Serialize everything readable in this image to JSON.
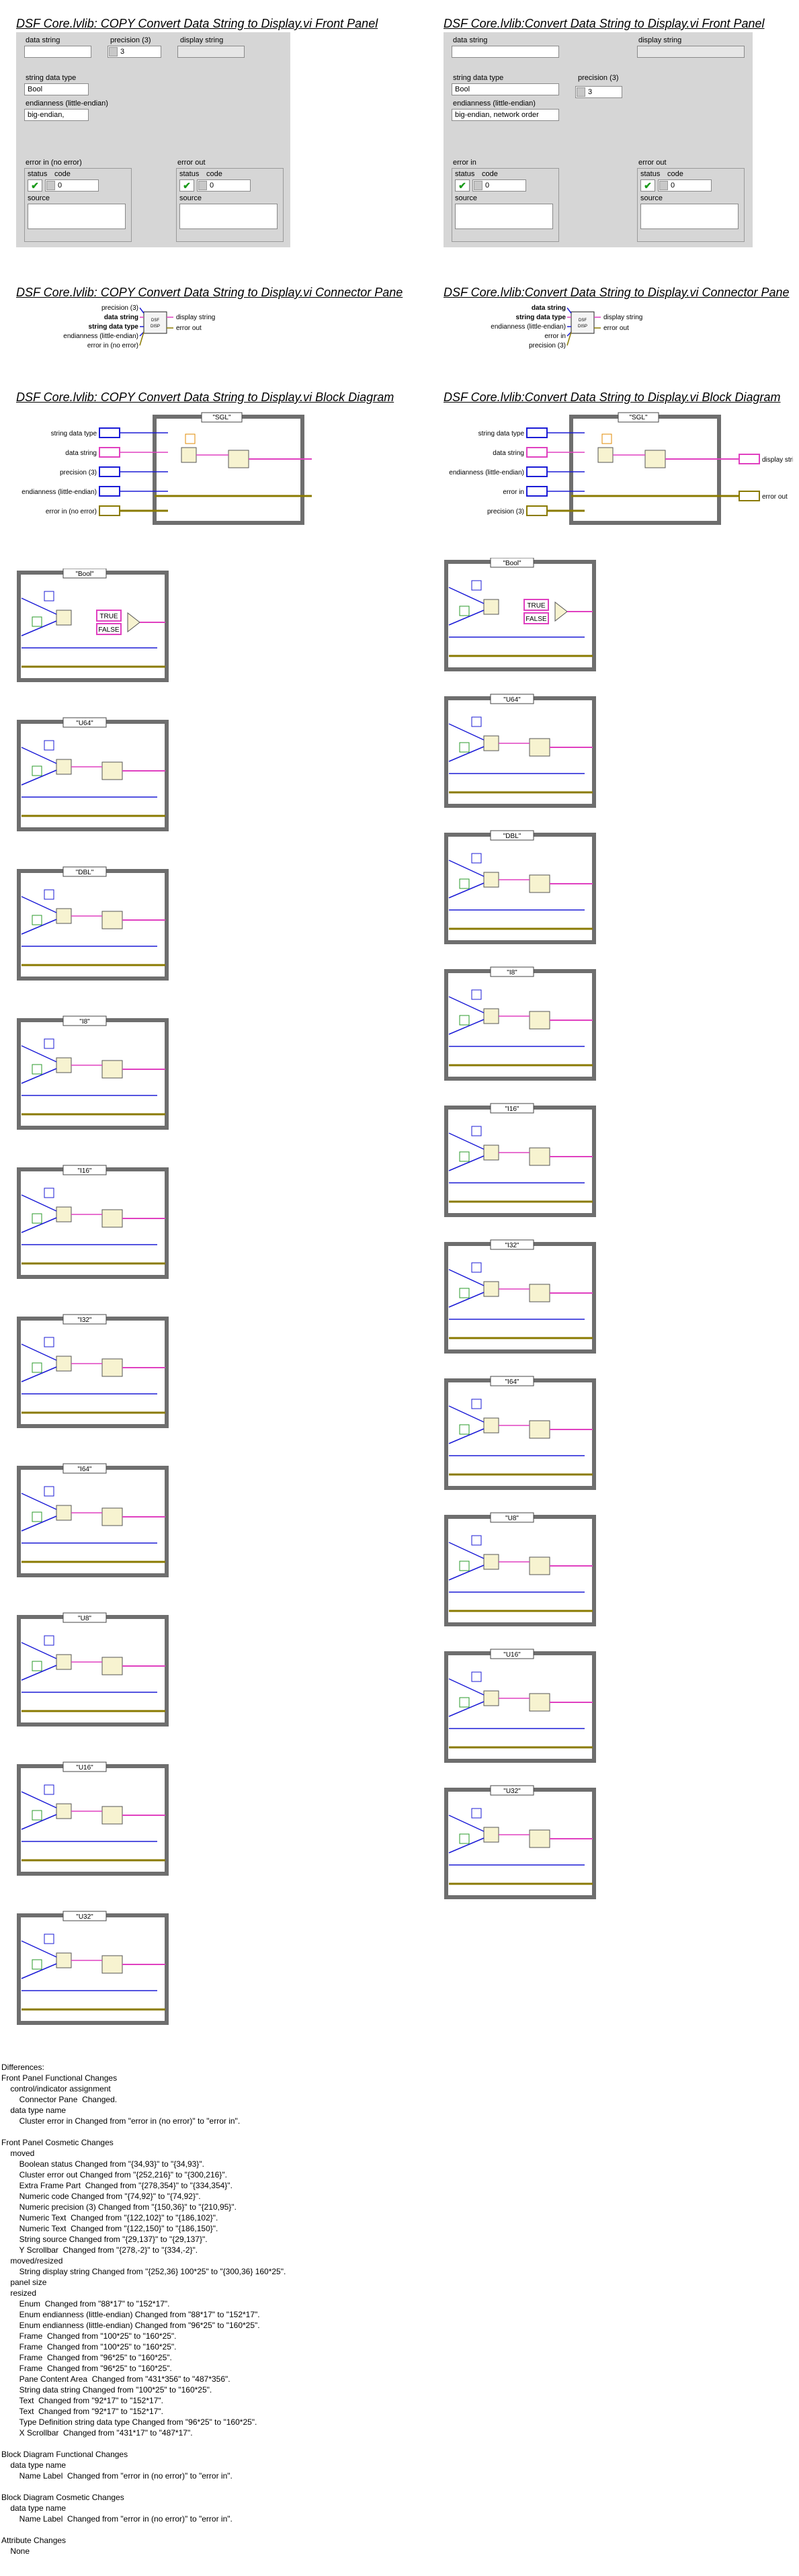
{
  "left": {
    "front_panel_title": "DSF Core.lvlib:  COPY  Convert Data String to Display.vi Front Panel",
    "connector_pane_title": "DSF Core.lvlib:  COPY  Convert Data String to Display.vi Connector Pane",
    "block_diagram_title": "DSF Core.lvlib:  COPY  Convert Data String to Display.vi Block Diagram",
    "fp": {
      "data_string_label": "data string",
      "precision_label": "precision (3)",
      "precision_value": "3",
      "display_string_label": "display string",
      "string_data_type_label": "string data type",
      "string_data_type_value": "Bool",
      "endianness_label": "endianness (little-endian)",
      "endianness_value": "big-endian,",
      "error_in_label": "error in (no error)",
      "error_out_label": "error out",
      "status_label": "status",
      "code_label": "code",
      "code_value": "0",
      "source_label": "source"
    },
    "cp": {
      "left_terms": [
        "precision (3)",
        "data string",
        "string data type",
        "endianness (little-endian)",
        "error in (no error)"
      ],
      "right_terms": [
        "display string",
        "error out"
      ]
    },
    "bd_terms": [
      "string data type",
      "data string",
      "precision (3)",
      "endianness (little-endian)",
      "error in (no error)"
    ],
    "bd_out_terms": [
      "display string",
      "error out"
    ],
    "main_case": "\"SGL\"",
    "cases": [
      "\"Bool\"",
      "\"U64\"",
      "\"DBL\"",
      "\"I8\"",
      "\"I16\"",
      "\"I32\"",
      "\"I64\"",
      "\"U8\"",
      "\"U16\"",
      "\"U32\""
    ]
  },
  "right": {
    "front_panel_title": "DSF Core.lvlib:Convert Data String to Display.vi Front Panel",
    "connector_pane_title": "DSF Core.lvlib:Convert Data String to Display.vi Connector Pane",
    "block_diagram_title": "DSF Core.lvlib:Convert Data String to Display.vi Block Diagram",
    "fp": {
      "data_string_label": "data string",
      "precision_label": "precision (3)",
      "precision_value": "3",
      "display_string_label": "display string",
      "string_data_type_label": "string data type",
      "string_data_type_value": "Bool",
      "endianness_label": "endianness (little-endian)",
      "endianness_value": "big-endian, network order",
      "error_in_label": "error in",
      "error_out_label": "error out",
      "status_label": "status",
      "code_label": "code",
      "code_value": "0",
      "source_label": "source"
    },
    "cp": {
      "left_terms": [
        "data string",
        "string data type",
        "endianness (little-endian)",
        "error in",
        "precision (3)"
      ],
      "right_terms": [
        "display string",
        "error out"
      ]
    },
    "bd_terms": [
      "string data type",
      "data string",
      "endianness (little-endian)",
      "error in",
      "precision (3)"
    ],
    "bd_out_terms": [
      "display string",
      "error out"
    ],
    "main_case": "\"SGL\"",
    "cases": [
      "\"Bool\"",
      "\"U64\"",
      "\"DBL\"",
      "\"I8\"",
      "\"I16\"",
      "\"I32\"",
      "\"I64\"",
      "\"U8\"",
      "\"U16\"",
      "\"U32\""
    ]
  },
  "true_label": "TRUE",
  "false_label": "FALSE",
  "differences": "Differences:\nFront Panel Functional Changes\n    control/indicator assignment\n        Connector Pane  Changed.\n    data type name\n        Cluster error in Changed from \"error in (no error)\" to \"error in\".\n\nFront Panel Cosmetic Changes\n    moved\n        Boolean status Changed from \"{34,93}\" to \"{34,93}\".\n        Cluster error out Changed from \"{252,216}\" to \"{300,216}\".\n        Extra Frame Part  Changed from \"{278,354}\" to \"{334,354}\".\n        Numeric code Changed from \"{74,92}\" to \"{74,92}\".\n        Numeric precision (3) Changed from \"{150,36}\" to \"{210,95}\".\n        Numeric Text  Changed from \"{122,102}\" to \"{186,102}\".\n        Numeric Text  Changed from \"{122,150}\" to \"{186,150}\".\n        String source Changed from \"{29,137}\" to \"{29,137}\".\n        Y Scrollbar  Changed from \"{278,-2}\" to \"{334,-2}\".\n    moved/resized\n        String display string Changed from \"{252,36} 100*25\" to \"{300,36} 160*25\".\n    panel size\n    resized\n        Enum  Changed from \"88*17\" to \"152*17\".\n        Enum endianness (little-endian) Changed from \"88*17\" to \"152*17\".\n        Enum endianness (little-endian) Changed from \"96*25\" to \"160*25\".\n        Frame  Changed from \"100*25\" to \"160*25\".\n        Frame  Changed from \"100*25\" to \"160*25\".\n        Frame  Changed from \"96*25\" to \"160*25\".\n        Frame  Changed from \"96*25\" to \"160*25\".\n        Pane Content Area  Changed from \"431*356\" to \"487*356\".\n        String data string Changed from \"100*25\" to \"160*25\".\n        Text  Changed from \"92*17\" to \"152*17\".\n        Text  Changed from \"92*17\" to \"152*17\".\n        Type Definition string data type Changed from \"96*25\" to \"160*25\".\n        X Scrollbar  Changed from \"431*17\" to \"487*17\".\n\nBlock Diagram Functional Changes\n    data type name\n        Name Label  Changed from \"error in (no error)\" to \"error in\".\n\nBlock Diagram Cosmetic Changes\n    data type name\n        Name Label  Changed from \"error in (no error)\" to \"error in\".\n\nAttribute Changes\n    None"
}
